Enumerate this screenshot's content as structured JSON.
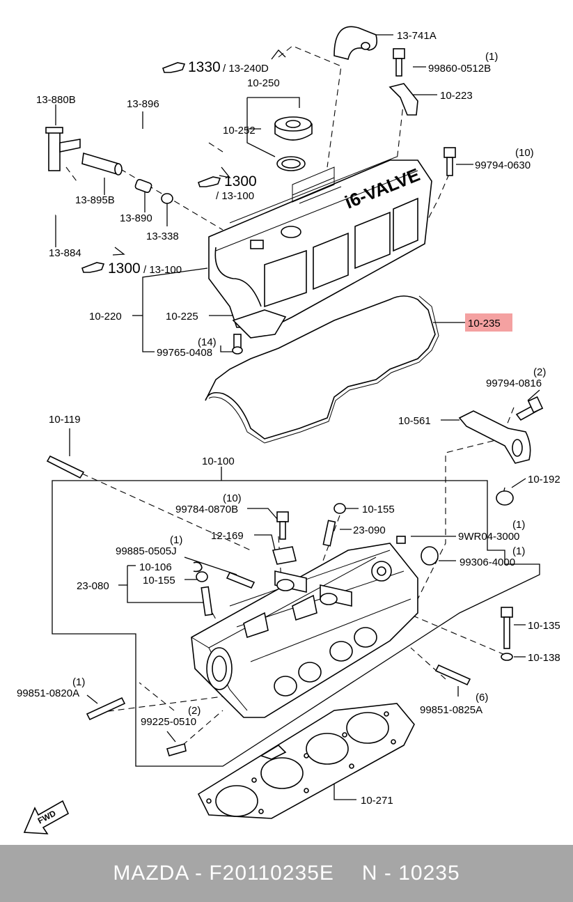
{
  "diagram": {
    "labels": [
      {
        "id": "l_13741a",
        "text": "13-741A"
      },
      {
        "id": "l_1330",
        "text": "1330"
      },
      {
        "id": "l_13240d",
        "text": "/ 13-240D"
      },
      {
        "id": "l_99860_q",
        "text": "(1)"
      },
      {
        "id": "l_99860",
        "text": "99860-0512B"
      },
      {
        "id": "l_10250",
        "text": "10-250"
      },
      {
        "id": "l_10223",
        "text": "10-223"
      },
      {
        "id": "l_13880b",
        "text": "13-880B"
      },
      {
        "id": "l_13896",
        "text": "13-896"
      },
      {
        "id": "l_10252",
        "text": "10-252"
      },
      {
        "id": "l_99794a_q",
        "text": "(10)"
      },
      {
        "id": "l_99794a",
        "text": "99794-0630"
      },
      {
        "id": "l_1300a",
        "text": "1300"
      },
      {
        "id": "l_13100a",
        "text": "/ 13-100"
      },
      {
        "id": "l_13895b",
        "text": "13-895B"
      },
      {
        "id": "l_13890",
        "text": "13-890"
      },
      {
        "id": "l_13338",
        "text": "13-338"
      },
      {
        "id": "l_13884",
        "text": "13-884"
      },
      {
        "id": "l_1300b",
        "text": "1300"
      },
      {
        "id": "l_13100b",
        "text": "/ 13-100"
      },
      {
        "id": "l_10220",
        "text": "10-220"
      },
      {
        "id": "l_10225",
        "text": "10-225"
      },
      {
        "id": "l_10235",
        "text": "10-235"
      },
      {
        "id": "l_99765_q",
        "text": "(14)"
      },
      {
        "id": "l_99765",
        "text": "99765-0408"
      },
      {
        "id": "l_99794b_q",
        "text": "(2)"
      },
      {
        "id": "l_99794b",
        "text": "99794-0816"
      },
      {
        "id": "l_10119",
        "text": "10-119"
      },
      {
        "id": "l_10561",
        "text": "10-561"
      },
      {
        "id": "l_10100",
        "text": "10-100"
      },
      {
        "id": "l_10192",
        "text": "10-192"
      },
      {
        "id": "l_99784_q",
        "text": "(10)"
      },
      {
        "id": "l_99784",
        "text": "99784-0870B"
      },
      {
        "id": "l_10155a",
        "text": "10-155"
      },
      {
        "id": "l_23090",
        "text": "23-090"
      },
      {
        "id": "l_12169",
        "text": "12-169"
      },
      {
        "id": "l_9wr04_q",
        "text": "(1)"
      },
      {
        "id": "l_9wr04",
        "text": "9WR04-3000"
      },
      {
        "id": "l_99885_q",
        "text": "(1)"
      },
      {
        "id": "l_99885",
        "text": "99885-0505J"
      },
      {
        "id": "l_99306_q",
        "text": "(1)"
      },
      {
        "id": "l_99306",
        "text": "99306-4000"
      },
      {
        "id": "l_10106",
        "text": "10-106"
      },
      {
        "id": "l_23080",
        "text": "23-080"
      },
      {
        "id": "l_10155b",
        "text": "10-155"
      },
      {
        "id": "l_10135",
        "text": "10-135"
      },
      {
        "id": "l_10138",
        "text": "10-138"
      },
      {
        "id": "l_99851a_q",
        "text": "(1)"
      },
      {
        "id": "l_99851a",
        "text": "99851-0820A"
      },
      {
        "id": "l_99225_q",
        "text": "(2)"
      },
      {
        "id": "l_99225",
        "text": "99225-0510"
      },
      {
        "id": "l_99851b_q",
        "text": "(6)"
      },
      {
        "id": "l_99851b",
        "text": "99851-0825A"
      },
      {
        "id": "l_10271",
        "text": "10-271"
      }
    ],
    "valve_text": "i6-VALVE",
    "fwd_text": "FWD",
    "highlight_color": "#f4a1a1"
  },
  "footer": {
    "brand": "MAZDA - F20110235E",
    "part": "N - 10235"
  }
}
